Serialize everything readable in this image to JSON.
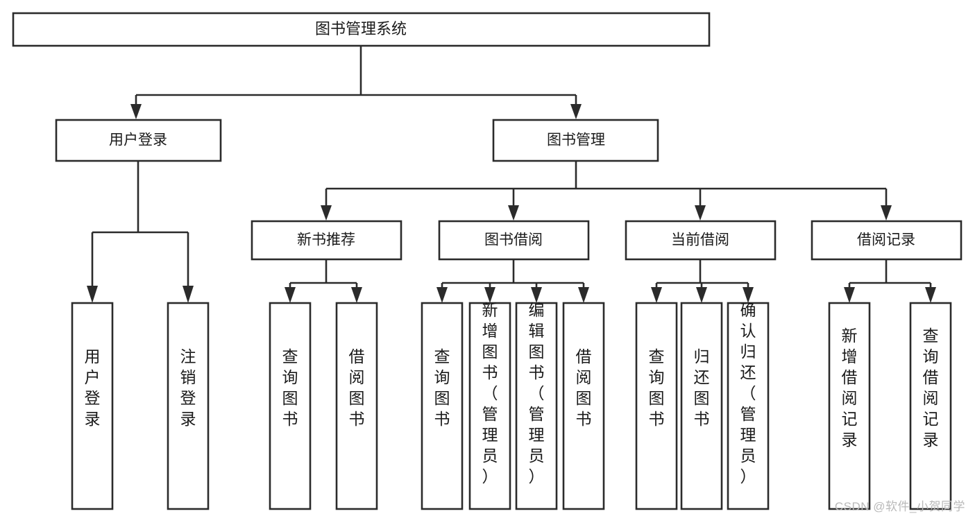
{
  "diagram": {
    "type": "tree-hierarchy",
    "title": "图书管理系统",
    "watermark": "CSDN @软件_小贺同学",
    "colors": {
      "background": "#ffffff",
      "stroke": "#2b2b2b",
      "text": "#1a1a1a",
      "watermark": "#b9b9b9"
    },
    "root": {
      "label": "图书管理系统"
    },
    "level1": [
      {
        "label": "用户登录"
      },
      {
        "label": "图书管理"
      }
    ],
    "level2": [
      {
        "label": "新书推荐"
      },
      {
        "label": "图书借阅"
      },
      {
        "label": "当前借阅"
      },
      {
        "label": "借阅记录"
      }
    ],
    "leaves": {
      "user_login": [
        {
          "label": "用户登录"
        },
        {
          "label": "注销登录"
        }
      ],
      "new_book_recommend": [
        {
          "label": "查询图书"
        },
        {
          "label": "借阅图书"
        }
      ],
      "book_borrow": [
        {
          "label": "查询图书"
        },
        {
          "label": "新增图书（管理员）"
        },
        {
          "label": "编辑图书（管理员）"
        },
        {
          "label": "借阅图书"
        }
      ],
      "current_borrow": [
        {
          "label": "查询图书"
        },
        {
          "label": "归还图书"
        },
        {
          "label": "确认归还（管理员）"
        }
      ],
      "borrow_record": [
        {
          "label": "新增借阅记录"
        },
        {
          "label": "查询借阅记录"
        }
      ]
    }
  }
}
